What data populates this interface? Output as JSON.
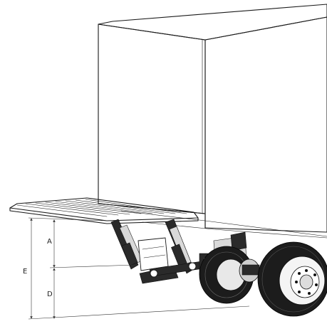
{
  "diagram": {
    "dimension_labels": {
      "a": "A",
      "d": "D",
      "e": "E"
    }
  }
}
